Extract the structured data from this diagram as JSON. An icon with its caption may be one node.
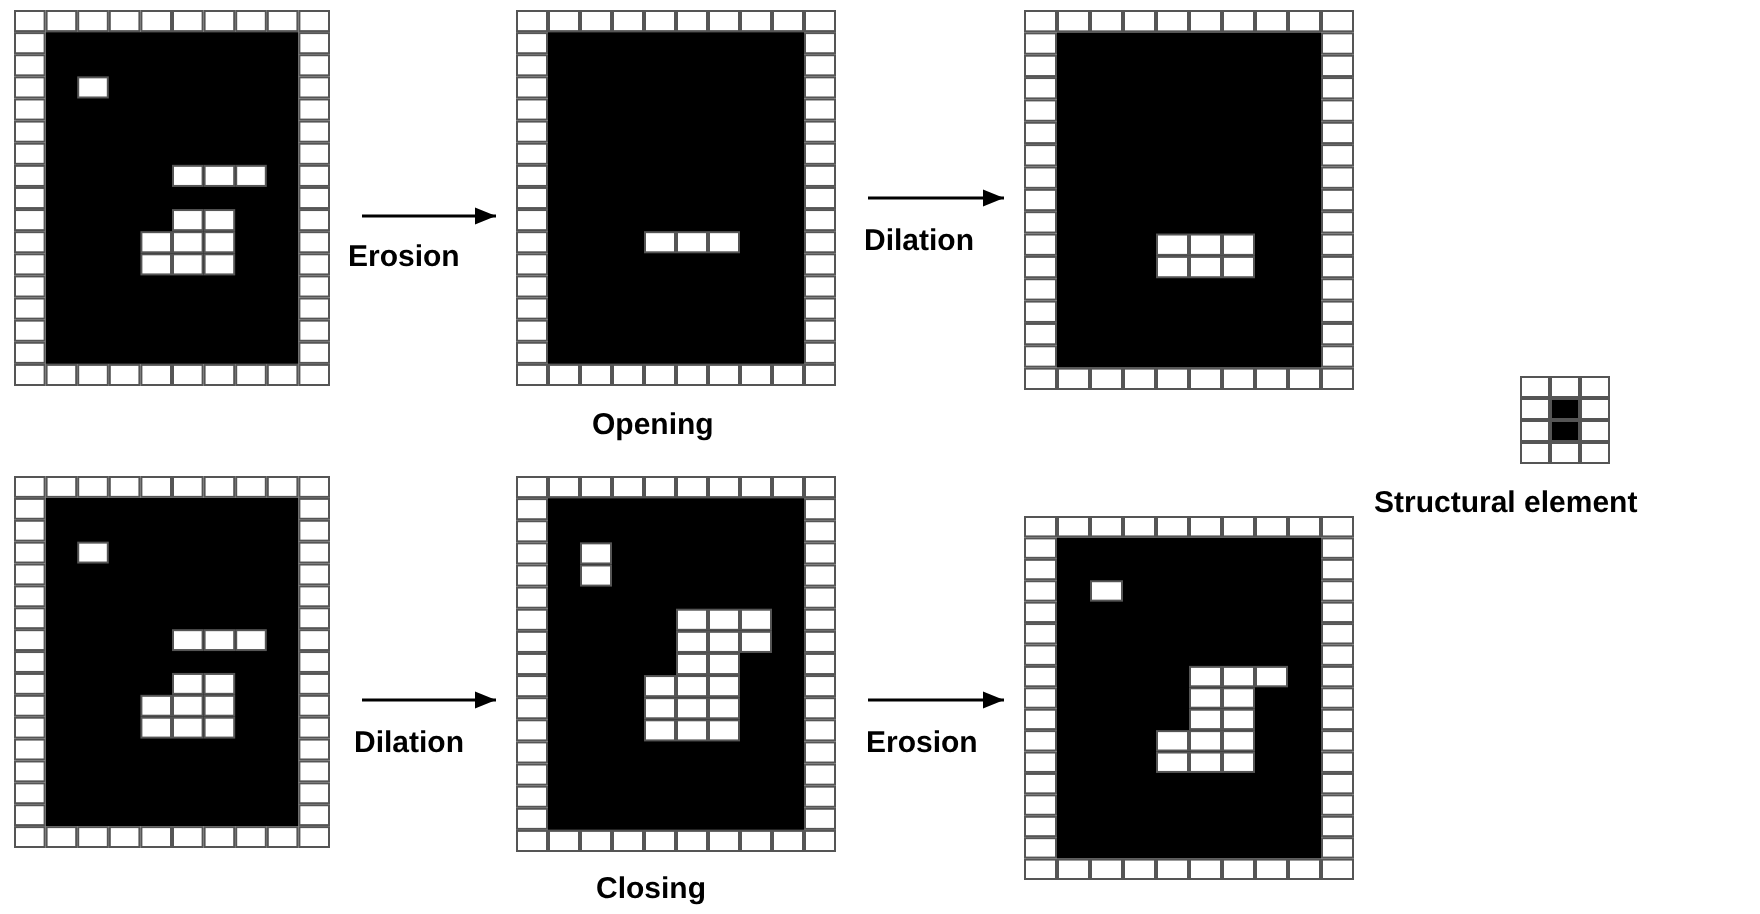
{
  "diagram": {
    "nodes": [
      {
        "text": [],
        "shape": "grid"
      },
      {
        "text": [],
        "shape": "grid"
      },
      {
        "text": [],
        "shape": "grid"
      },
      {
        "text": [],
        "shape": "grid"
      },
      {
        "text": [],
        "shape": "grid"
      },
      {
        "text": [],
        "shape": "grid"
      }
    ],
    "edges": [
      {
        "from": 0,
        "to": 1,
        "arrow": "to",
        "label": "Erosion"
      },
      {
        "from": 1,
        "to": 2,
        "arrow": "to",
        "label": "Dilation"
      },
      {
        "from": 3,
        "to": 4,
        "arrow": "to",
        "label": "Dilation"
      },
      {
        "from": 4,
        "to": 5,
        "arrow": "to",
        "label": "Erosion"
      }
    ],
    "labels": [
      "Opening",
      "Structural element",
      "Closing"
    ]
  }
}
